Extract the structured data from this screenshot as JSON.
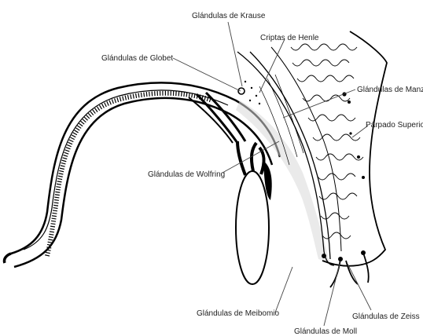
{
  "labels": {
    "krause": "Glándulas de Krause",
    "henle": "Criptas de Henle",
    "globet": "Glándulas de Globet",
    "manz": "Glándulas de Manz",
    "parpado": "Párpado Superior",
    "wolfring": "Glándulas de Wolfring",
    "meibomio": "Glándulas de Meibomio",
    "zeiss": "Glándulas de Zeiss",
    "moll": "Glándulas de Moll"
  },
  "colors": {
    "ink": "#000000",
    "tissue_shade": "#d9d9d9",
    "label_text": "#222222",
    "background": "#ffffff"
  }
}
